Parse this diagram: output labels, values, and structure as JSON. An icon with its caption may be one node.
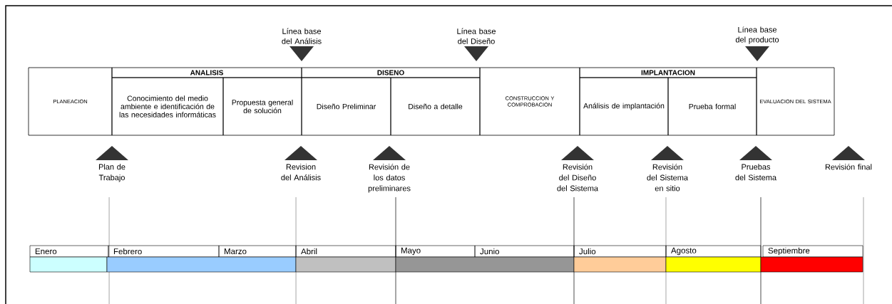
{
  "diagram": {
    "nodes": [
      {
        "text": [
          "Línea base del Análisis"
        ]
      },
      {
        "text": [
          "Línea base del Diseño"
        ]
      },
      {
        "text": [
          "Línea base del producto"
        ]
      },
      {
        "text": [
          "PLANEACION"
        ]
      },
      {
        "text": [
          "ANALISIS"
        ]
      },
      {
        "text": [
          "Conocimiento del medio ambiente e identificación de las necesidades informáticas"
        ]
      },
      {
        "text": [
          "Propuesta general de solución"
        ]
      },
      {
        "text": [
          "DISENO"
        ]
      },
      {
        "text": [
          "Diseño Preliminar"
        ]
      },
      {
        "text": [
          "Diseño a detalle"
        ]
      },
      {
        "text": [
          "CONSTRUCCION Y COMPROBACION"
        ]
      },
      {
        "text": [
          "IMPLANTACION"
        ]
      },
      {
        "text": [
          "Análisis de implantación"
        ]
      },
      {
        "text": [
          "Prueba formal"
        ]
      },
      {
        "text": [
          "EVALUACION DEL SISTEMA"
        ]
      },
      {
        "text": [
          "Plan de Trabajo"
        ]
      },
      {
        "text": [
          "Revision del Análisis"
        ]
      },
      {
        "text": [
          "Revisión de los datos preliminares"
        ]
      },
      {
        "text": [
          "Revisión del Diseño del Sistema"
        ]
      },
      {
        "text": [
          "Revisión del Sistema en sitio"
        ]
      },
      {
        "text": [
          "Pruebas del Sistema"
        ]
      },
      {
        "text": [
          "Revisión final"
        ]
      },
      {
        "text": [
          "Enero"
        ]
      },
      {
        "text": [
          "Febrero"
        ]
      },
      {
        "text": [
          "Marzo"
        ]
      },
      {
        "text": [
          "Abril"
        ]
      },
      {
        "text": [
          "Mayo"
        ]
      },
      {
        "text": [
          "Junio"
        ]
      },
      {
        "text": [
          "Julio"
        ]
      },
      {
        "text": [
          "Agosto"
        ]
      },
      {
        "text": [
          "Septiembre"
        ]
      },
      {
        "text": [],
        "shape": "bar"
      },
      {
        "text": [],
        "shape": "bar"
      },
      {
        "text": [],
        "shape": "bar"
      },
      {
        "text": [],
        "shape": "bar"
      },
      {
        "text": [],
        "shape": "bar"
      },
      {
        "text": [],
        "shape": "bar"
      },
      {
        "text": [],
        "shape": "bar"
      }
    ]
  }
}
